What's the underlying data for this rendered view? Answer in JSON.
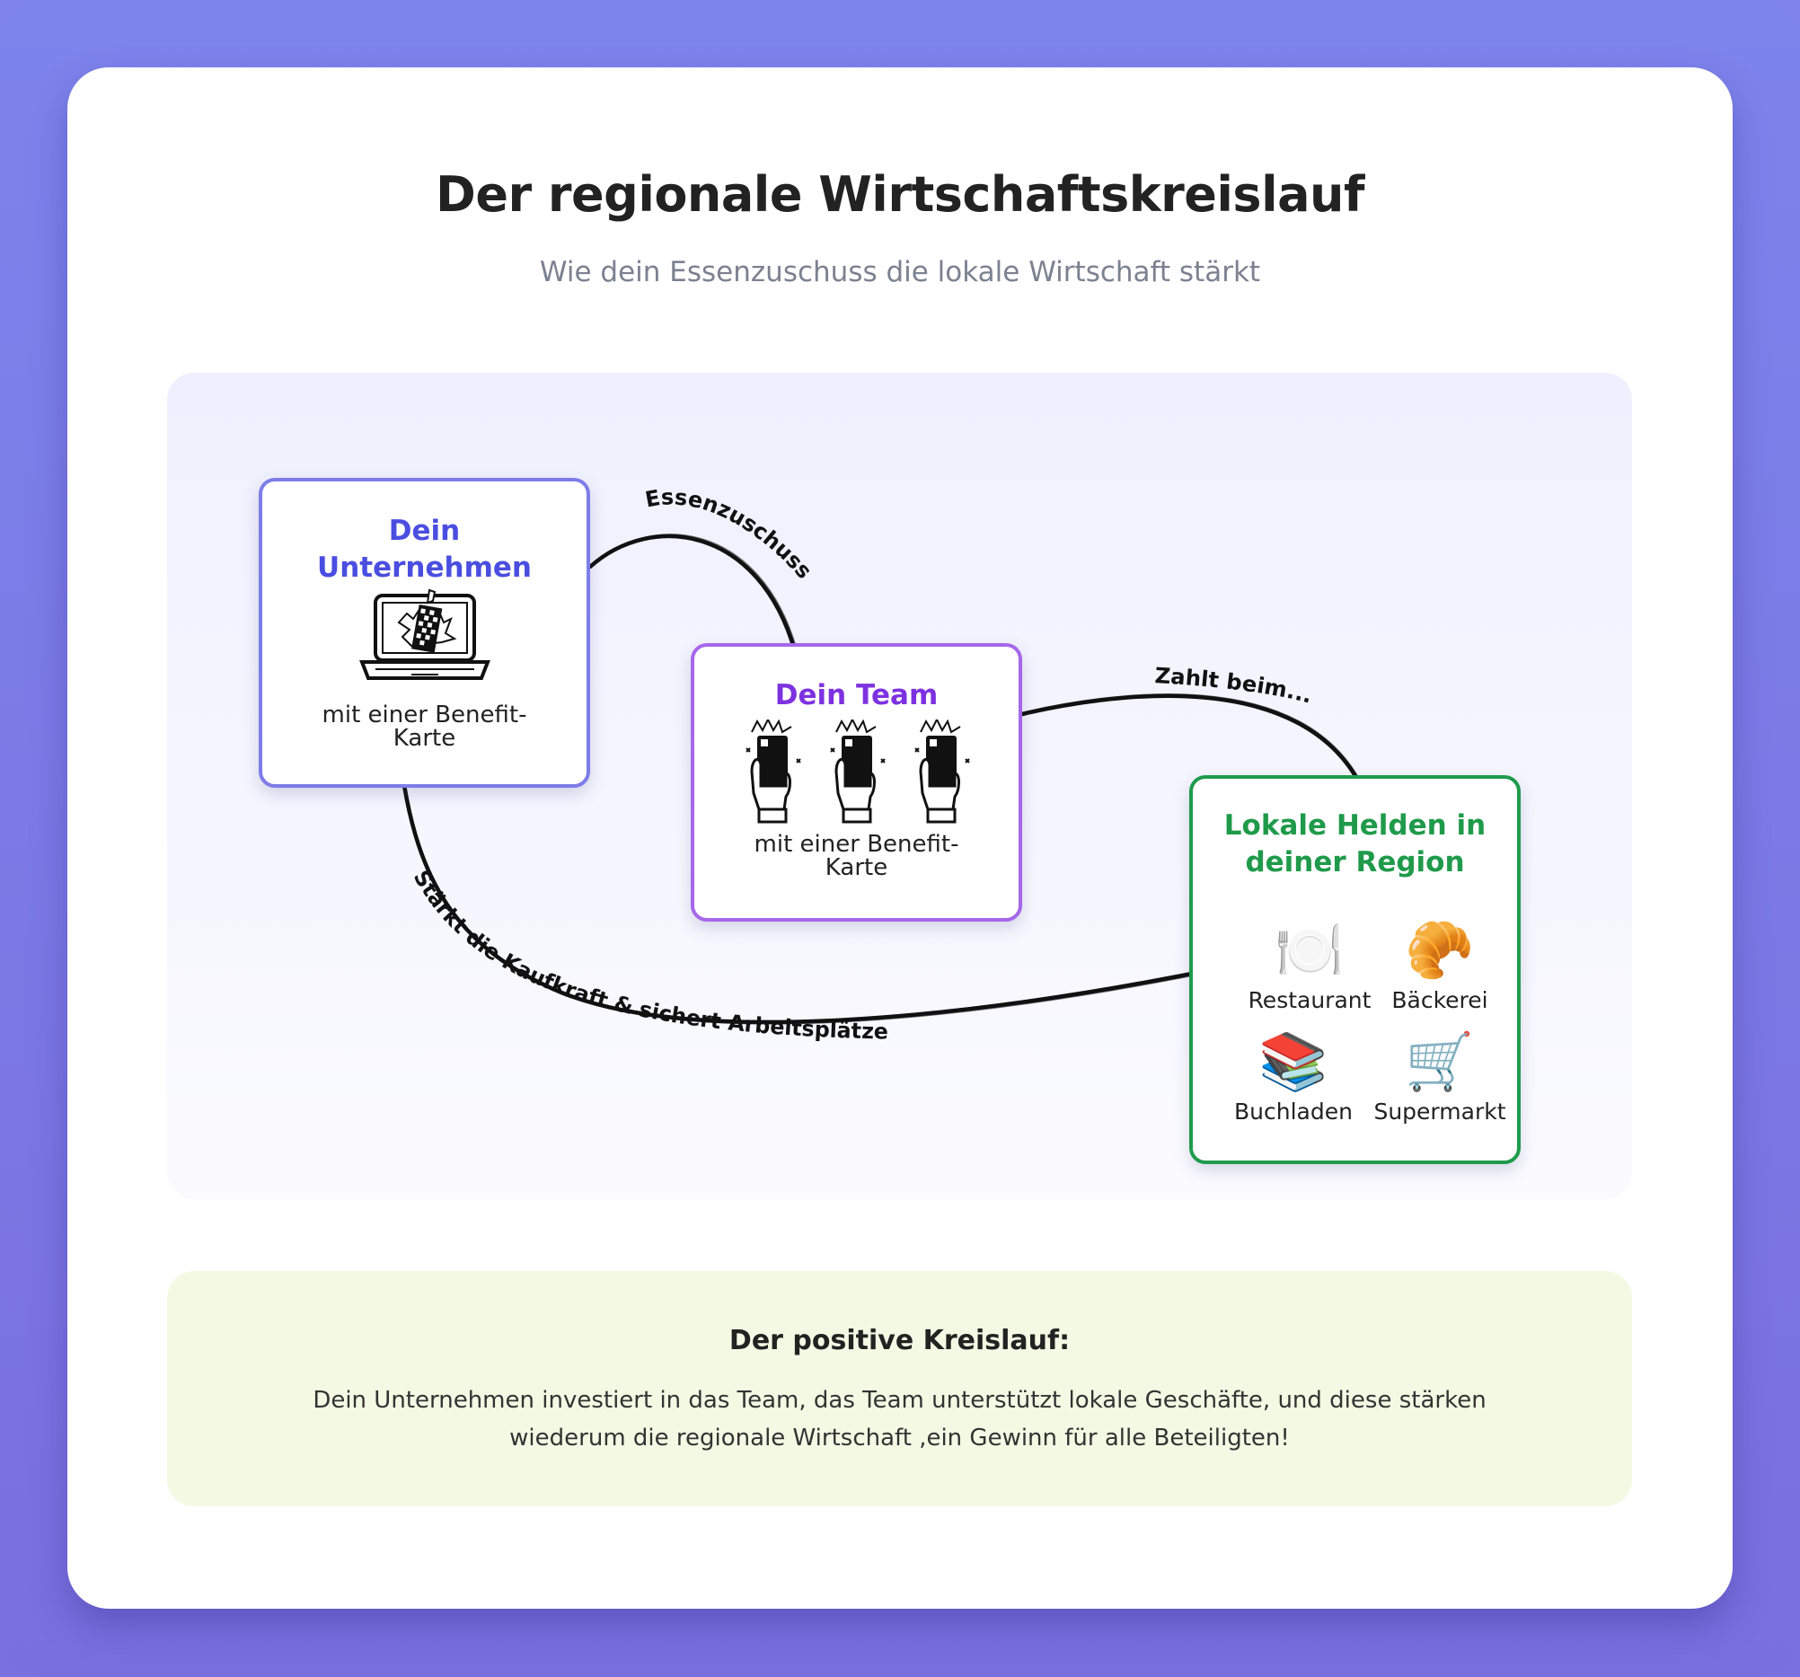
{
  "header": {
    "title": "Der regionale Wirtschaftskreislauf",
    "subtitle": "Wie dein Essenzuschuss die lokale Wirtschaft stärkt"
  },
  "nodes": {
    "company": {
      "title": "Dein Unternehmen",
      "caption": "mit einer Benefit-Karte",
      "icon": "laptop-card-icon",
      "border_color": "#7c7de8",
      "title_color": "#4a4ee0"
    },
    "team": {
      "title": "Dein Team",
      "caption": "mit einer Benefit-Karte",
      "icon": "hand-card-icon",
      "border_color": "#a667ea",
      "title_color": "#7d32e0"
    },
    "heroes": {
      "title": "Lokale Helden in deiner Region",
      "border_color": "#1e9b4c",
      "title_color": "#1f9a4a",
      "places": [
        {
          "label": "Restaurant",
          "icon": "plate-cutlery-icon",
          "glyph": "🍽️"
        },
        {
          "label": "Bäckerei",
          "icon": "croissant-icon",
          "glyph": "🥐"
        },
        {
          "label": "Buchladen",
          "icon": "books-icon",
          "glyph": "📚"
        },
        {
          "label": "Supermarkt",
          "icon": "shopping-cart-icon",
          "glyph": "🛒"
        }
      ]
    }
  },
  "flows": {
    "company_to_team": "Essenzuschuss",
    "team_to_heroes": "Zahlt beim...",
    "heroes_to_company": "Stärkt die Kaufkraft & sichert Arbeitsplätze"
  },
  "summary": {
    "title": "Der positive Kreislauf:",
    "text": "Dein Unternehmen investiert in das Team, das Team unterstützt lokale Geschäfte, und diese stärken wiederum die regionale Wirtschaft ,ein Gewinn für alle Beteiligten!"
  }
}
